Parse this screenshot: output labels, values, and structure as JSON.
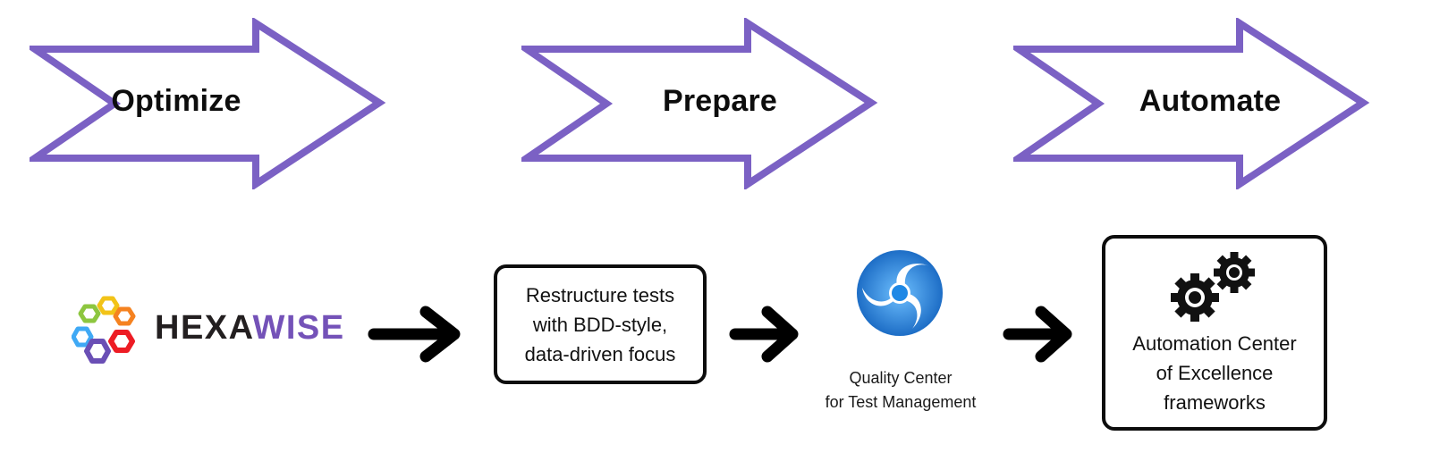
{
  "phases": [
    {
      "label": "Optimize"
    },
    {
      "label": "Prepare"
    },
    {
      "label": "Automate"
    }
  ],
  "colors": {
    "chevron_stroke": "#7b61c4",
    "flow_arrow": "#000000",
    "qc_blue": "#1e88e5",
    "hexawise_dark": "#231f20",
    "hexawise_purple": "#7452b8"
  },
  "hexawise": {
    "wordmark_part1": "HEXA",
    "wordmark_part2": "WISE"
  },
  "restructure_box": {
    "lines": [
      "Restructure tests",
      "with BDD-style,",
      "data-driven focus"
    ]
  },
  "quality_center": {
    "icon": "swirl-logo-icon",
    "caption_lines": [
      "Quality Center",
      "for Test Management"
    ]
  },
  "automation_box": {
    "icon": "gears-icon",
    "lines": [
      "Automation Center",
      "of Excellence",
      "frameworks"
    ]
  }
}
